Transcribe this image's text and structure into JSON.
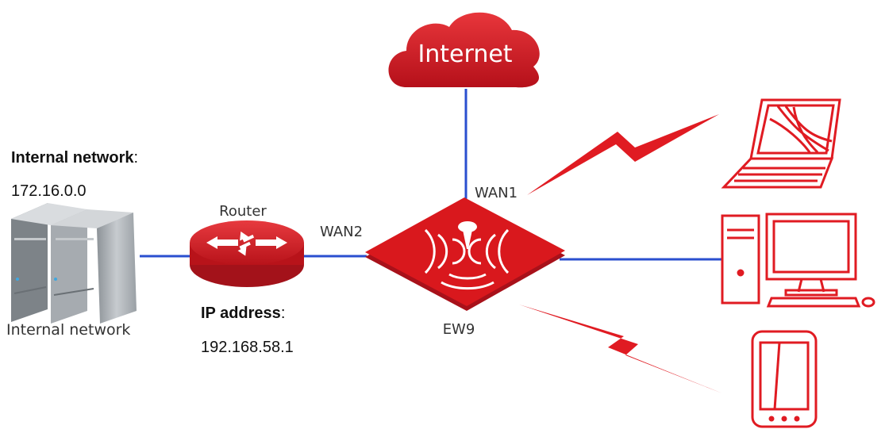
{
  "diagram": {
    "cloud": {
      "label": "Internet"
    },
    "ports": {
      "wan1": "WAN1",
      "wan2": "WAN2"
    },
    "router": {
      "label": "Router"
    },
    "device": {
      "label": "EW9"
    },
    "server": {
      "label": "Internal network"
    },
    "internal_network": {
      "heading": "Internal network",
      "separator": ":",
      "value": "172.16.0.0"
    },
    "ip_address": {
      "heading": "IP address",
      "separator": ":",
      "value": "192.168.58.1"
    },
    "colors": {
      "accent": "#d9181d",
      "link": "#2a4fcf",
      "outline": "#e01b22"
    }
  }
}
